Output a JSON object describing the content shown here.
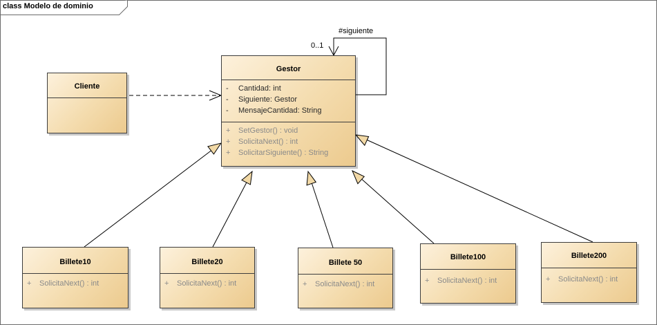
{
  "frame": {
    "title": "class Modelo de dominio"
  },
  "self_association": {
    "role": "#siguiente",
    "multiplicity": "0..1"
  },
  "classes": {
    "gestor": {
      "name": "Gestor",
      "attributes": [
        {
          "vis": "-",
          "text": "Cantidad:  int"
        },
        {
          "vis": "-",
          "text": "Siguiente:  Gestor"
        },
        {
          "vis": "-",
          "text": "MensajeCantidad:  String"
        }
      ],
      "operations": [
        {
          "vis": "+",
          "text": "SetGestor() : void"
        },
        {
          "vis": "+",
          "text": "SolicitaNext() : int"
        },
        {
          "vis": "+",
          "text": "SolicitarSiguiente() : String"
        }
      ]
    },
    "cliente": {
      "name": "Cliente"
    },
    "billete10": {
      "name": "Billete10",
      "operations": [
        {
          "vis": "+",
          "text": "SolicitaNext() : int"
        }
      ]
    },
    "billete20": {
      "name": "Billete20",
      "operations": [
        {
          "vis": "+",
          "text": "SolicitaNext() : int"
        }
      ]
    },
    "billete50": {
      "name": "Billete 50",
      "operations": [
        {
          "vis": "+",
          "text": "SolicitaNext() : int"
        }
      ]
    },
    "billete100": {
      "name": "Billete100",
      "operations": [
        {
          "vis": "+",
          "text": "SolicitaNext() : int"
        }
      ]
    },
    "billete200": {
      "name": "Billete200",
      "operations": [
        {
          "vis": "+",
          "text": "SolicitaNext() : int"
        }
      ]
    }
  },
  "colors": {
    "class_fill_light": "#fdf1dc",
    "class_fill_dark": "#ecca8e",
    "line": "#000000",
    "generalization_head": "#f2d9a6"
  }
}
